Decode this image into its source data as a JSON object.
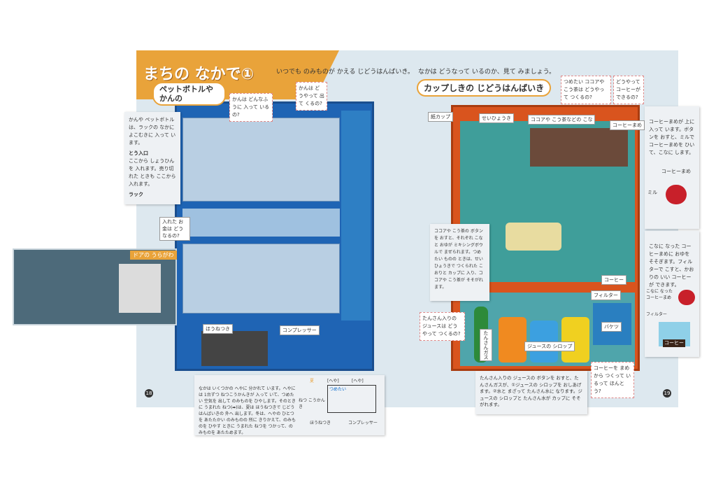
{
  "header": {
    "title": "まちの なかで①",
    "intro_left": "いつでも のみものが かえる じどうはんばいき。",
    "intro_right": "なかは どうなって いるのか、見て みましょう。"
  },
  "left": {
    "section_title": "ペットボトルや かんの",
    "q1": "かんは どんなふうに 入って いるの?",
    "q2": "かんは どうやって 出て くるの?",
    "flap_text": "かんや ペットボトルは、ラックの なかに よこむきに 入って います。",
    "label_inlet": "とう入口",
    "inlet_text": "ここから しょうひんを 入れます。売り切れた ときも ここから 入れます。",
    "label_rack": "ラック",
    "money_q": "入れた お金は どうなるの?",
    "door_back": "ドアの うらがわ",
    "label_heat": "ほうねつき",
    "label_comp": "コンプレッサー",
    "bottom_text": "なかは いくつかの へやに 分かれて います。へやには 1台ずつ ねつこうかんきが 入って いて、つめたい 空気を 出して のみものを ひやします。そのときに うまれた ねつ(➡)は、夏は ほうねつきで じどうはんばいきの 外へ 出します。冬は、へやの ひとつを あたたかい のみものの 所に きりかえて、のみものを ひやす ときに うまれた ねつを つかって、のみものを あたためます。",
    "diagram": {
      "season": "夏",
      "room": "[へや]",
      "cold": "つめたい",
      "exchanger": "ねつ こうかんき",
      "heat": "ほうねつき",
      "comp": "コンプレッサー"
    },
    "page_num": "18"
  },
  "right": {
    "section_title": "カップしきの じどうはんばいき",
    "q1": "つめたい ココアや こう茶は どうやって つくるの?",
    "q2": "どうやって コーヒーが できるの?",
    "label_ice": "せいひょうき",
    "label_powder": "ココアや こう茶などの こな",
    "label_beans": "コーヒーまめ",
    "label_cup": "紙カップ",
    "cocoa_text": "ココアや こう茶の ボタンを おすと、それぞれ こなと おゆが ミキシングボウルで まぜられます。つめたい ものの ときは、せいひょうきで つくられた こおりと カップに 入り、ココアや こう茶が そそがれます。",
    "soda_q": "たんさん入りの ジュースは どうやって つくるの?",
    "label_gas": "たんさんガス",
    "label_syrup": "ジュースの シロップ",
    "label_bucket": "バケツ",
    "label_filter": "フィルター",
    "label_coffee": "コーヒー",
    "coffee_q": "コーヒーを まめから つくって いるって ほんとう?",
    "soda_text": "たんさん入りの ジュースの ボタンを おすと、たんさんガスが、①ジュースの シロップを おしあげます。②水と まざって たんさん水に なります。ジュースの シロップと たんさん水が カップに そそがれます。",
    "flap1": "コーヒーまめが 上に 入って います。ボタンを おすと、ミルで コーヒーまめを ひいて、こなに します。",
    "flap1_beans": "コーヒーまめ",
    "flap1_mill": "ミル",
    "flap2": "こなに なった コーヒーまめに おゆを そそぎます。フィルターで こすと、かおりの いい コーヒーが できます。",
    "flap2_powder": "こなに なった コーヒーまめ",
    "flap2_filter": "フィルター",
    "flap2_coffee": "コーヒー",
    "page_num": "19"
  }
}
